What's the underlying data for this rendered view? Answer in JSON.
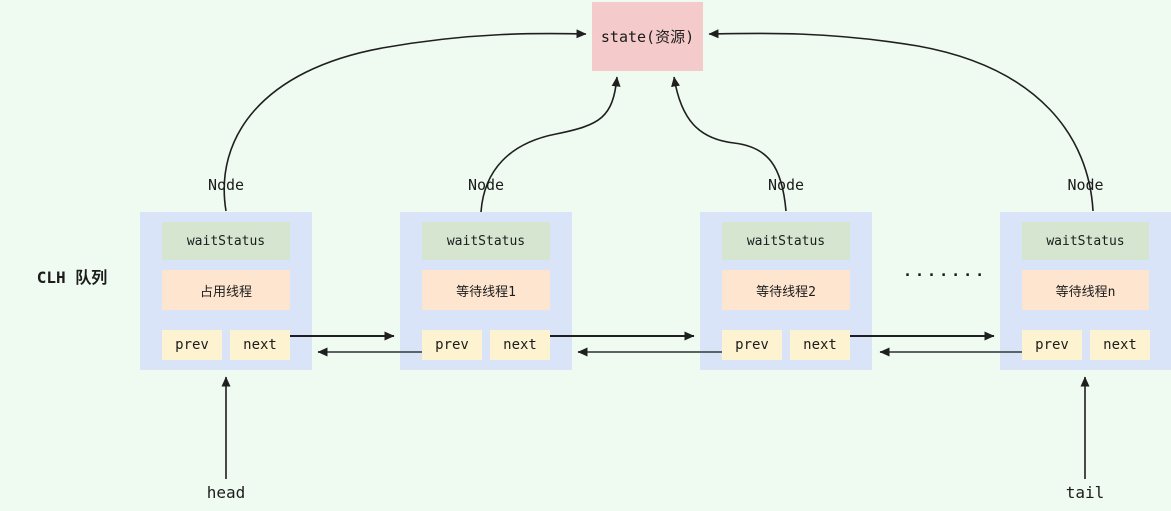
{
  "labels": {
    "state": "state(资源)",
    "queue": "CLH 队列",
    "head": "head",
    "tail": "tail",
    "dots": "·······"
  },
  "nodes": [
    {
      "title": "Node",
      "wait_status": "waitStatus",
      "thread": "占用线程",
      "prev": "prev",
      "next": "next"
    },
    {
      "title": "Node",
      "wait_status": "waitStatus",
      "thread": "等待线程1",
      "prev": "prev",
      "next": "next"
    },
    {
      "title": "Node",
      "wait_status": "waitStatus",
      "thread": "等待线程2",
      "prev": "prev",
      "next": "next"
    },
    {
      "title": "Node",
      "wait_status": "waitStatus",
      "thread": "等待线程n",
      "prev": "prev",
      "next": "next"
    }
  ],
  "colors": {
    "background": "#effaf1",
    "state_fill": "#f5caca",
    "node_fill": "#d9e4f8",
    "wait_status_fill": "#d6e5d0",
    "thread_fill": "#fde5cf",
    "pointer_fill": "#fdf3d0",
    "arrow": "#1f1f1f",
    "prev_arrow": "#5b6366"
  }
}
